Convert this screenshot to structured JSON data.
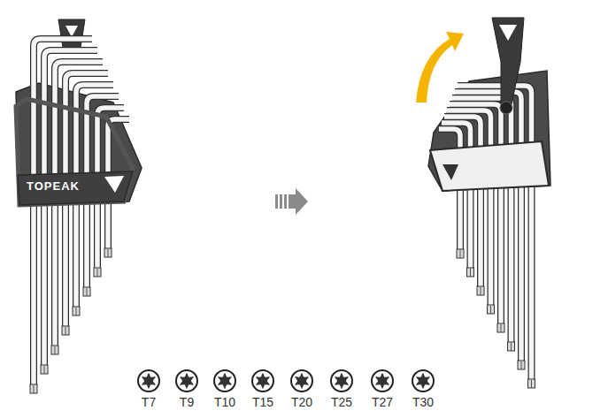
{
  "diagram": {
    "nodes": [
      {
        "text": [
          "TOPEAK"
        ]
      },
      {
        "text": [
          "T7"
        ]
      },
      {
        "text": [
          "T9"
        ]
      },
      {
        "text": [
          "T10"
        ]
      },
      {
        "text": [
          "T15"
        ]
      },
      {
        "text": [
          "T20"
        ]
      },
      {
        "text": [
          "T25"
        ]
      },
      {
        "text": [
          "T27"
        ]
      },
      {
        "text": [
          "T30"
        ]
      }
    ]
  }
}
